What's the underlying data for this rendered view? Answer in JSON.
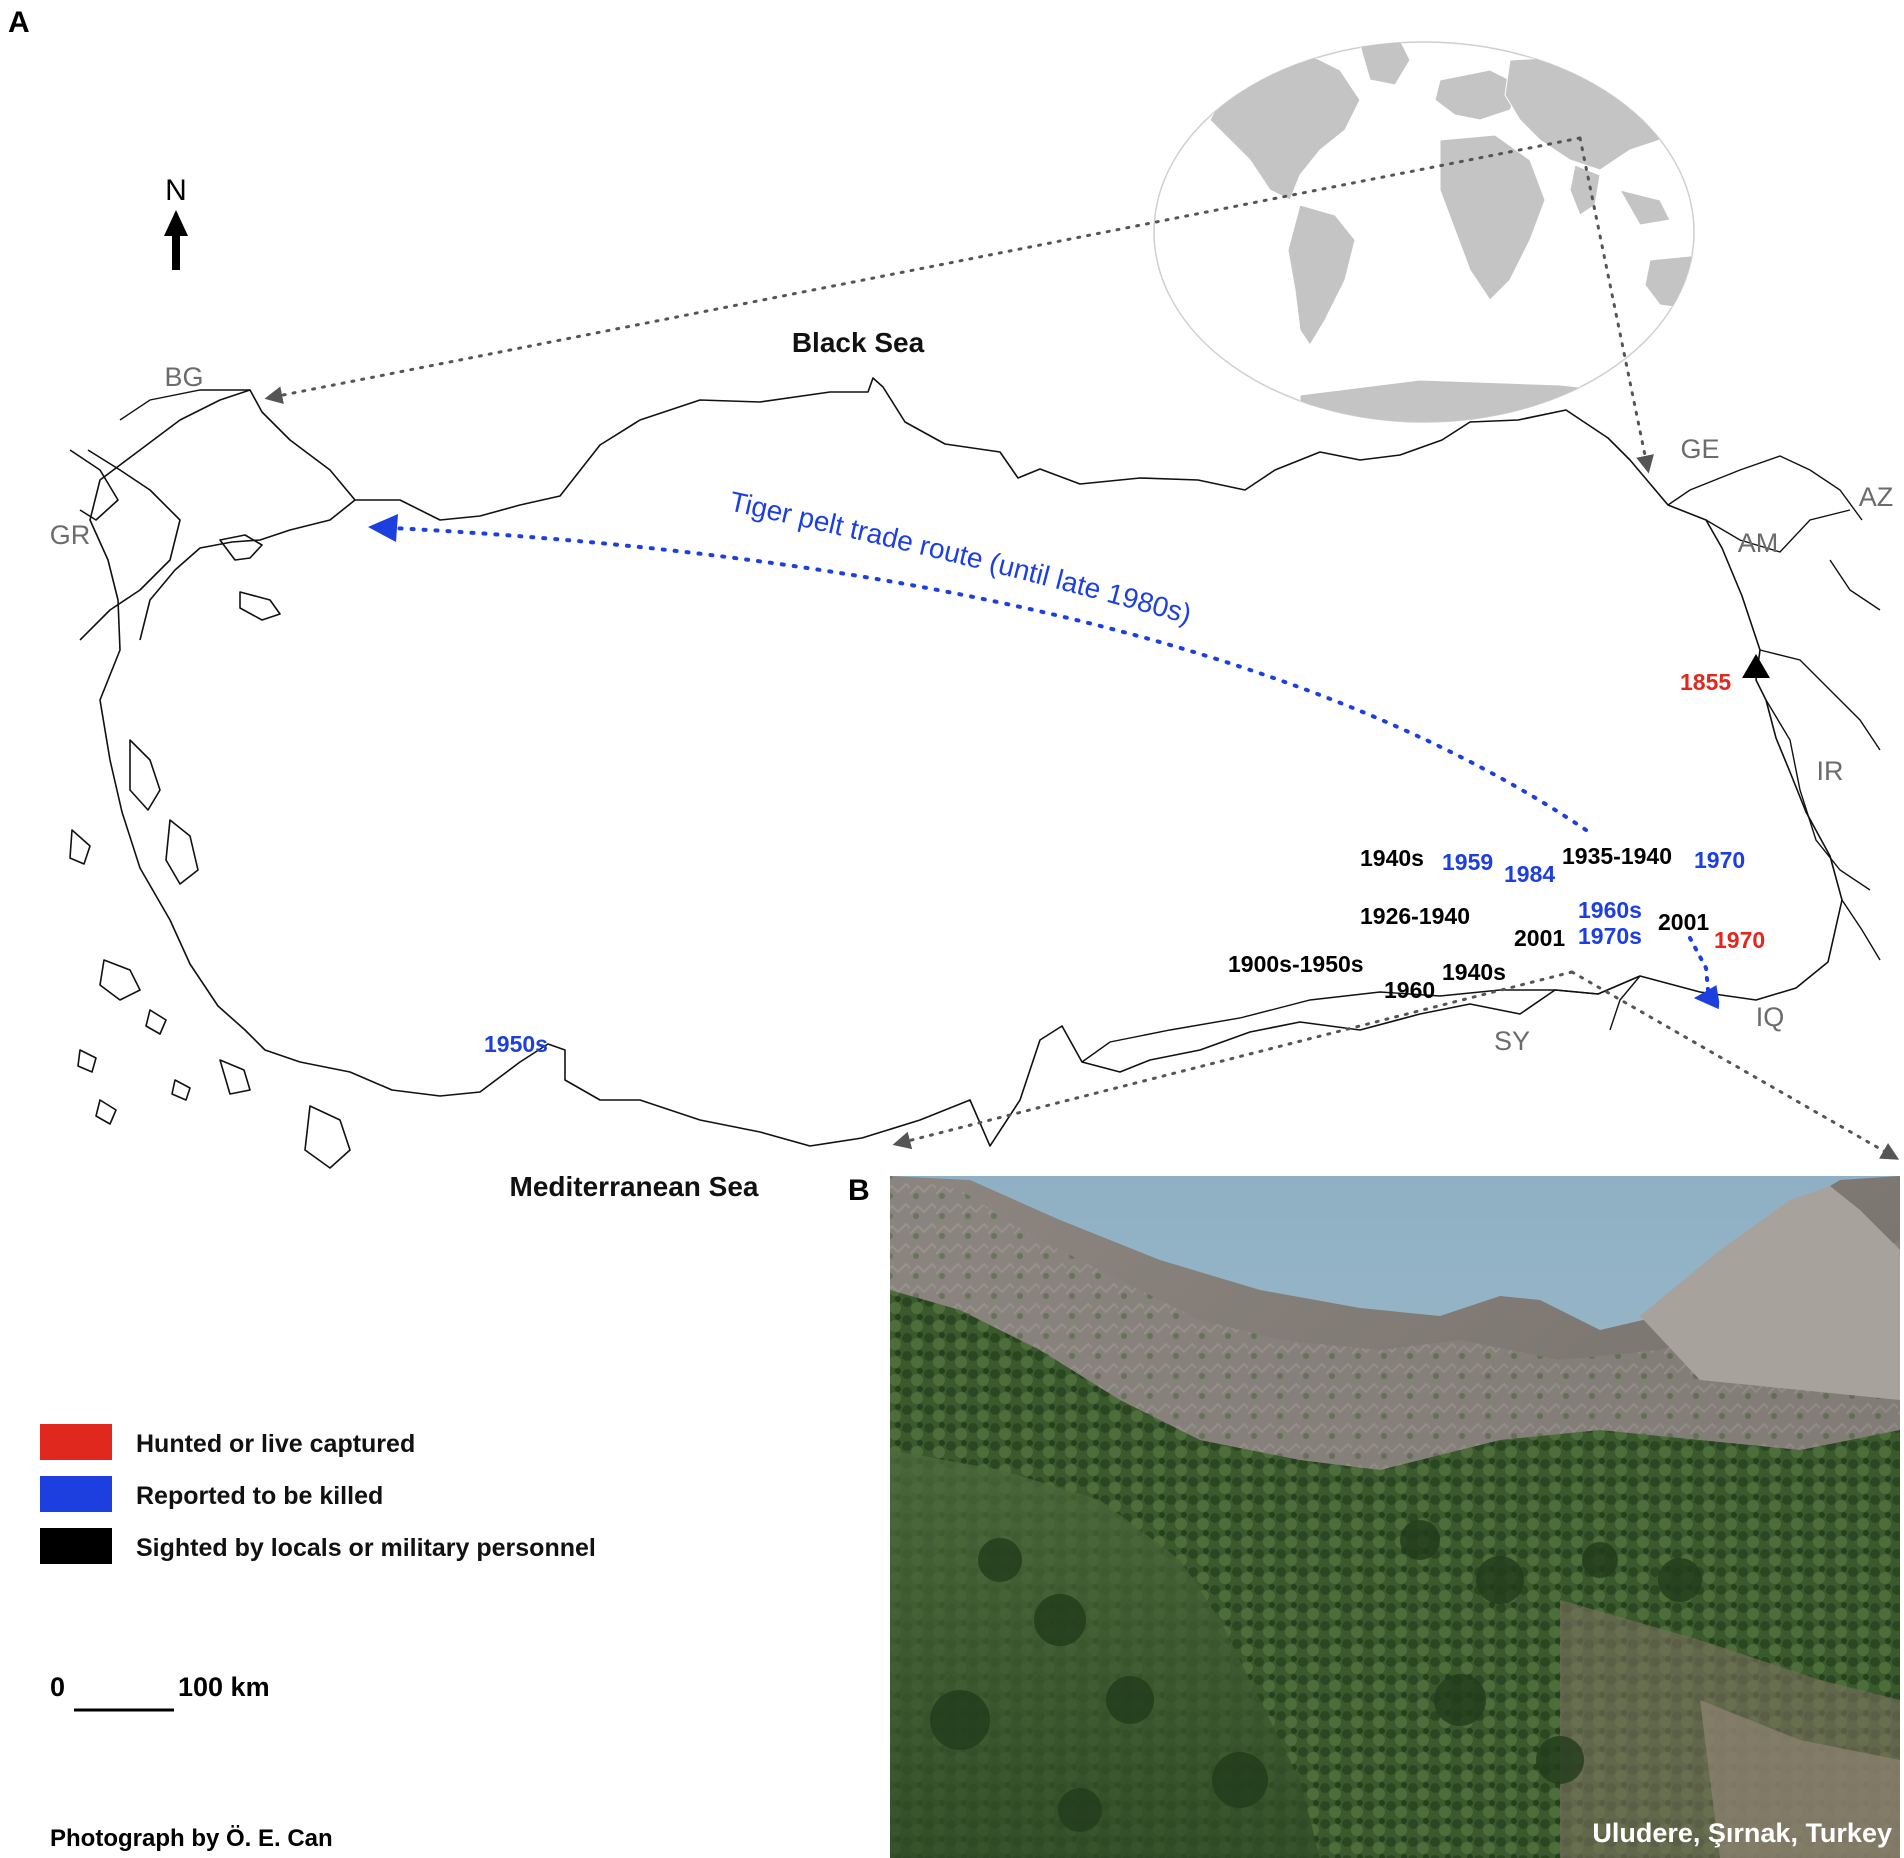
{
  "panels": {
    "a": "A",
    "b": "B"
  },
  "north_label": "N",
  "seas": {
    "black": "Black Sea",
    "mediterranean": "Mediterranean Sea"
  },
  "countries": {
    "bg": "BG",
    "gr": "GR",
    "ge": "GE",
    "az": "AZ",
    "am": "AM",
    "ir": "IR",
    "iq": "IQ",
    "sy": "SY"
  },
  "trade_route_label": "Tiger pelt trade route (until late 1980s)",
  "colors": {
    "hunted": "#e0281e",
    "killed": "#1d3fe0",
    "sighted": "#000000",
    "land_world": "#c4c4c4",
    "arrow": "#555555"
  },
  "records": [
    {
      "label": "1855",
      "type": "hunted"
    },
    {
      "label": "1940s",
      "type": "sighted"
    },
    {
      "label": "1959",
      "type": "killed"
    },
    {
      "label": "1984",
      "type": "killed"
    },
    {
      "label": "1935-1940",
      "type": "sighted"
    },
    {
      "label": "1970",
      "type": "killed"
    },
    {
      "label": "1926-1940",
      "type": "sighted"
    },
    {
      "label": "1960s",
      "type": "killed"
    },
    {
      "label": "1970s",
      "type": "killed"
    },
    {
      "label": "2001",
      "type": "sighted"
    },
    {
      "label": "2001",
      "type": "sighted"
    },
    {
      "label": "1970",
      "type": "hunted"
    },
    {
      "label": "1900s-1950s",
      "type": "sighted"
    },
    {
      "label": "1940s",
      "type": "sighted"
    },
    {
      "label": "1960",
      "type": "sighted"
    },
    {
      "label": "1950s",
      "type": "killed"
    }
  ],
  "legend": [
    {
      "label": "Hunted or live captured",
      "type": "hunted"
    },
    {
      "label": "Reported to be killed",
      "type": "killed"
    },
    {
      "label": "Sighted by locals or military personnel",
      "type": "sighted"
    }
  ],
  "scale_bar": {
    "start": "0",
    "end": "100 km"
  },
  "photo_caption": "Uludere, Şırnak, Turkey",
  "photo_credit": "Photograph by Ö. E. Can"
}
